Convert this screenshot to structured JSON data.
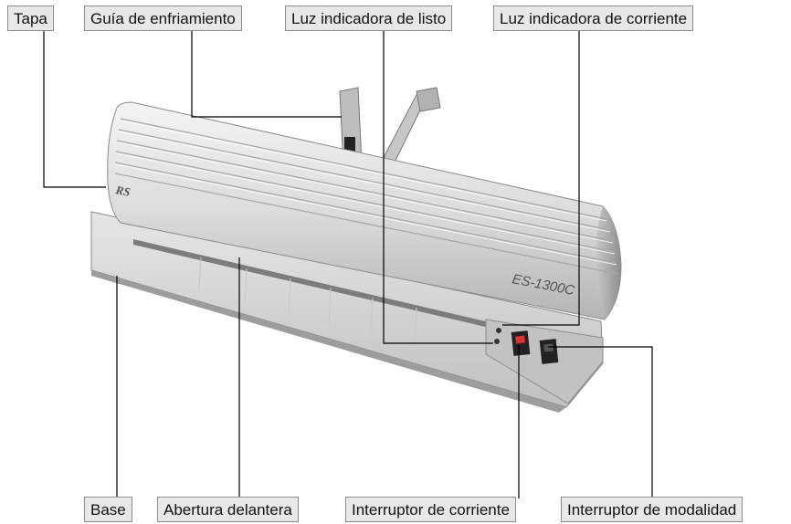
{
  "labels": {
    "tapa": "Tapa",
    "guia_enfriamiento": "Guía de enfriamiento",
    "luz_listo": "Luz indicadora de listo",
    "luz_corriente": "Luz indicadora de corriente",
    "base": "Base",
    "abertura_delantera": "Abertura delantera",
    "interruptor_corriente": "Interruptor de corriente",
    "interruptor_modalidad": "Interruptor de modalidad"
  },
  "device": {
    "model": "ES-1300C",
    "brand_mark": "RS"
  },
  "colors": {
    "callout_bg": "#e8e8e8",
    "callout_border": "#8c8c8c",
    "body_light": "#eeeeee",
    "body_mid": "#cfcfcf",
    "body_dark": "#9a9a9a",
    "leader_line": "#000000"
  }
}
